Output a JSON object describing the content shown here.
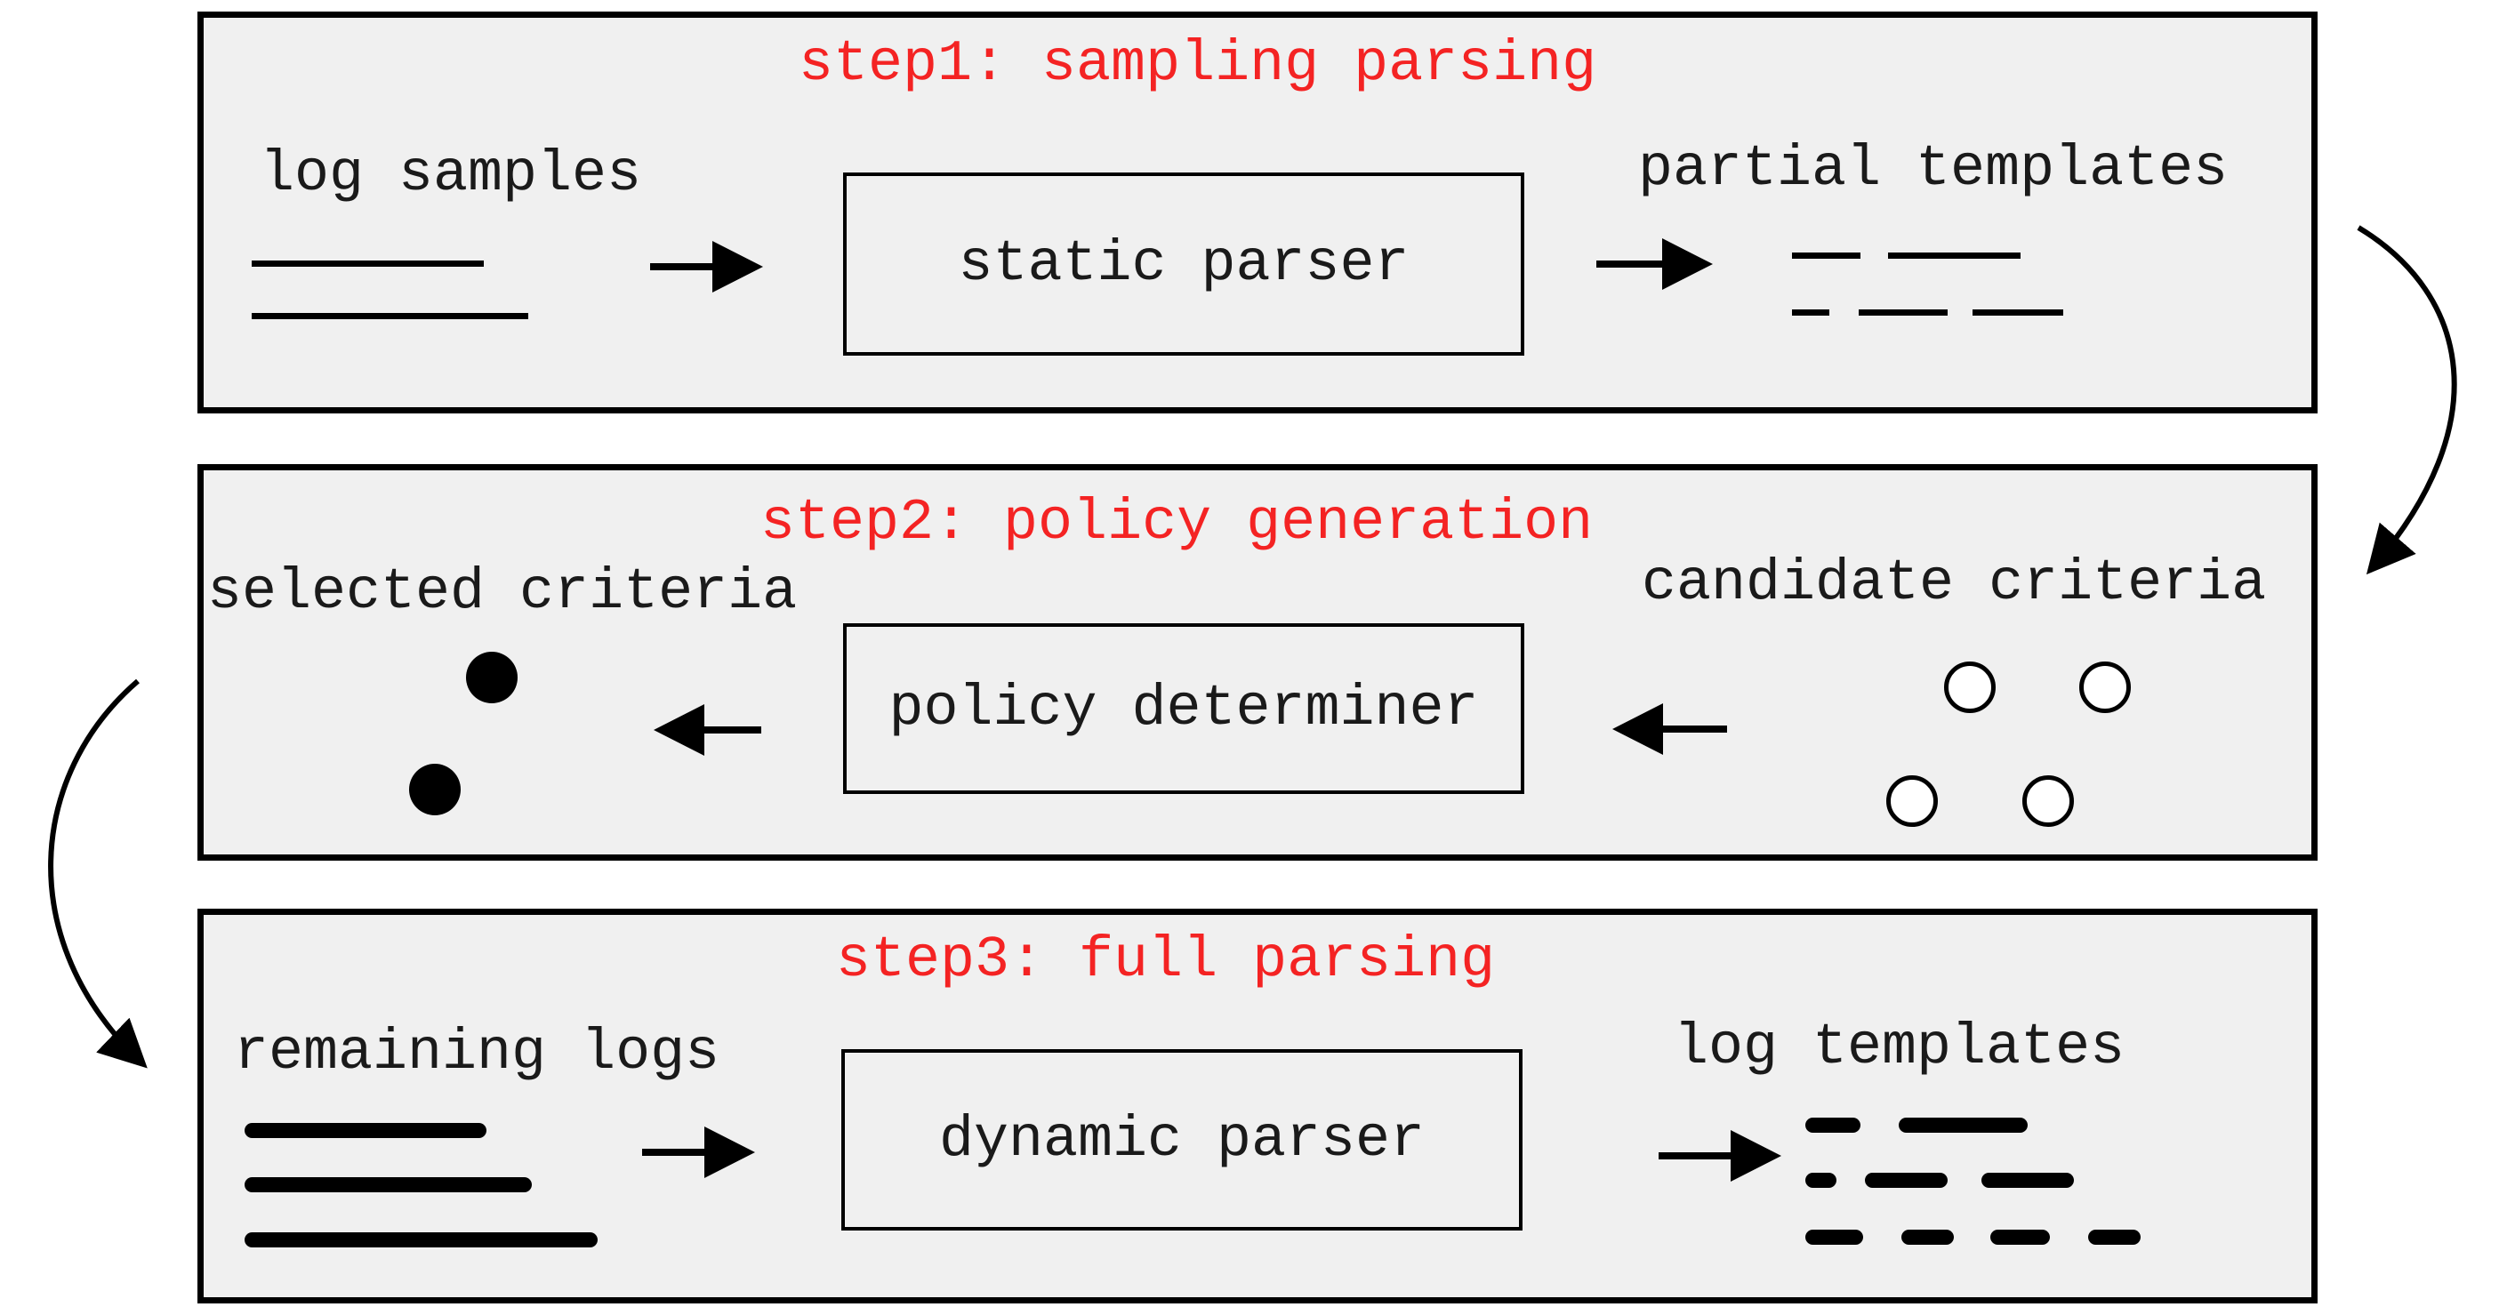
{
  "colors": {
    "panel_background": "#f0f0f0",
    "border": "#000000",
    "step_title_red": "#f42323",
    "text": "#1a1a1a"
  },
  "step1": {
    "title": "step1: sampling parsing",
    "input_label": "log samples",
    "processor_label": "static parser",
    "output_label": "partial templates"
  },
  "step2": {
    "title": "step2: policy generation",
    "output_label": "selected criteria",
    "processor_label": "policy determiner",
    "input_label": "candidate criteria"
  },
  "step3": {
    "title": "step3: full parsing",
    "input_label": "remaining logs",
    "processor_label": "dynamic parser",
    "output_label": "log templates"
  }
}
